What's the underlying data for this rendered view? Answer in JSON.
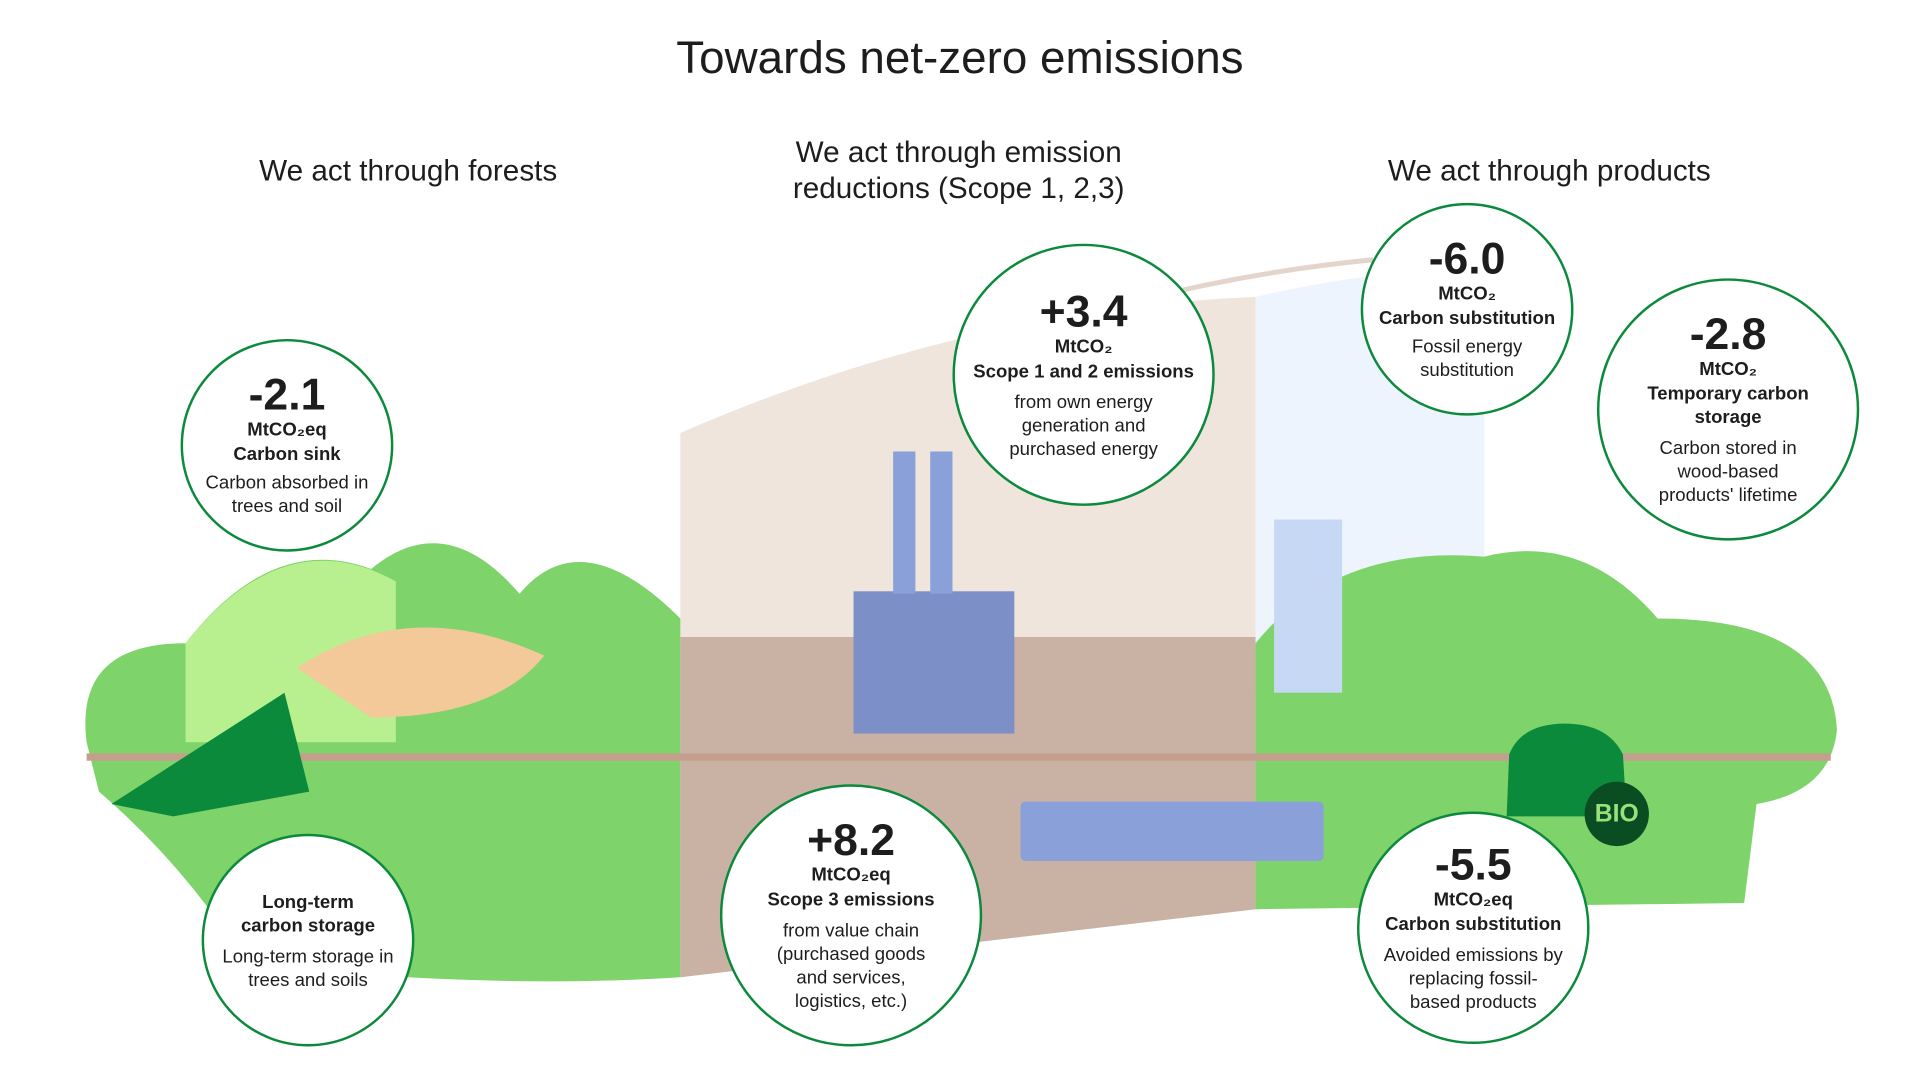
{
  "title": "Towards net-zero emissions",
  "columns": {
    "forests": "We act through forests",
    "reductions": "We act through emission reductions (Scope 1, 2,3)",
    "products": "We act through products"
  },
  "circles": [
    {
      "id": "carbon-sink",
      "value": "-2.1",
      "unit": "MtCO₂eq",
      "label": "Carbon sink",
      "description": "Carbon absorbed in trees and soil"
    },
    {
      "id": "long-term-storage",
      "value": "",
      "unit": "",
      "label": "Long-term carbon storage",
      "description": "Long-term storage in trees and soils"
    },
    {
      "id": "scope-1-2",
      "value": "+3.4",
      "unit": "MtCO₂",
      "label": "Scope 1 and 2 emissions",
      "description": "from own energy generation and purchased energy"
    },
    {
      "id": "scope-3",
      "value": "+8.2",
      "unit": "MtCO₂eq",
      "label": "Scope 3 emissions",
      "description": "from value chain (purchased goods and services, logistics, etc.)"
    },
    {
      "id": "fossil-substitution",
      "value": "-6.0",
      "unit": "MtCO₂",
      "label": "Carbon substitution",
      "description": "Fossil energy substitution"
    },
    {
      "id": "temporary-storage",
      "value": "-2.8",
      "unit": "MtCO₂",
      "label": "Temporary carbon storage",
      "description": "Carbon stored in wood-based products' lifetime"
    },
    {
      "id": "avoided-emissions",
      "value": "-5.5",
      "unit": "MtCO₂eq",
      "label": "Carbon substitution",
      "description": "Avoided emissions by replacing fossil-based products"
    }
  ],
  "badge": "BIO",
  "colors": {
    "circle_border": "#0b8a3b",
    "forest": "#7ed36a",
    "industry": "#c9b1a4",
    "products_sky": "#eef4fd",
    "factory": "#7c8fc7"
  }
}
